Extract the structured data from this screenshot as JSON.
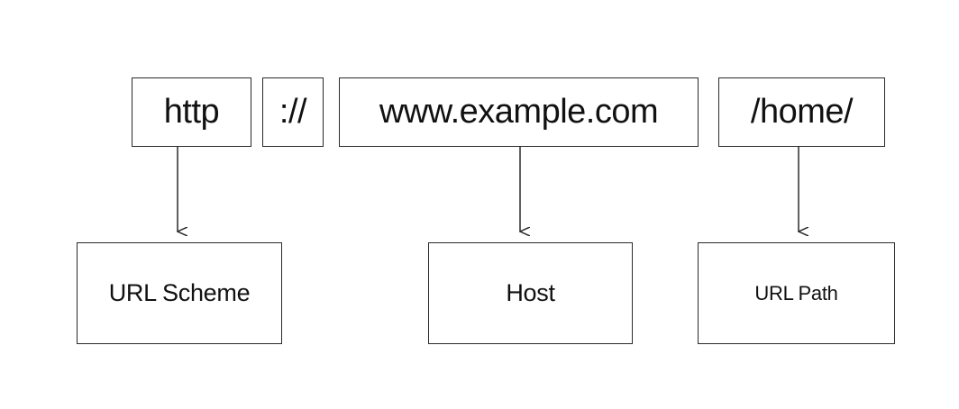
{
  "url_parts": {
    "scheme": "http",
    "separator": "://",
    "host": "www.example.com",
    "path": "/home/"
  },
  "labels": {
    "scheme": "URL Scheme",
    "host": "Host",
    "path": "URL Path"
  }
}
